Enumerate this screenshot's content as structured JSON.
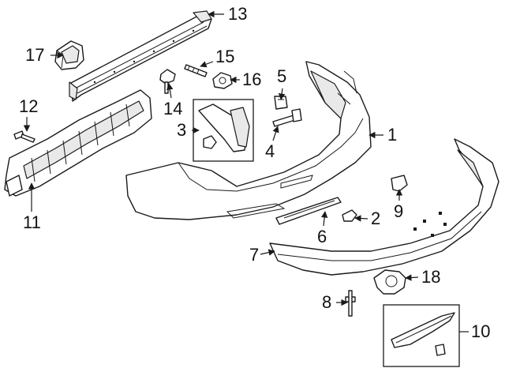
{
  "diagram": {
    "type": "exploded-parts-diagram",
    "callouts": {
      "c1": "1",
      "c2": "2",
      "c3": "3",
      "c4": "4",
      "c5": "5",
      "c6": "6",
      "c7": "7",
      "c8": "8",
      "c9": "9",
      "c10": "10",
      "c11": "11",
      "c12": "12",
      "c13": "13",
      "c14": "14",
      "c15": "15",
      "c16": "16",
      "c17": "17",
      "c18": "18"
    }
  }
}
